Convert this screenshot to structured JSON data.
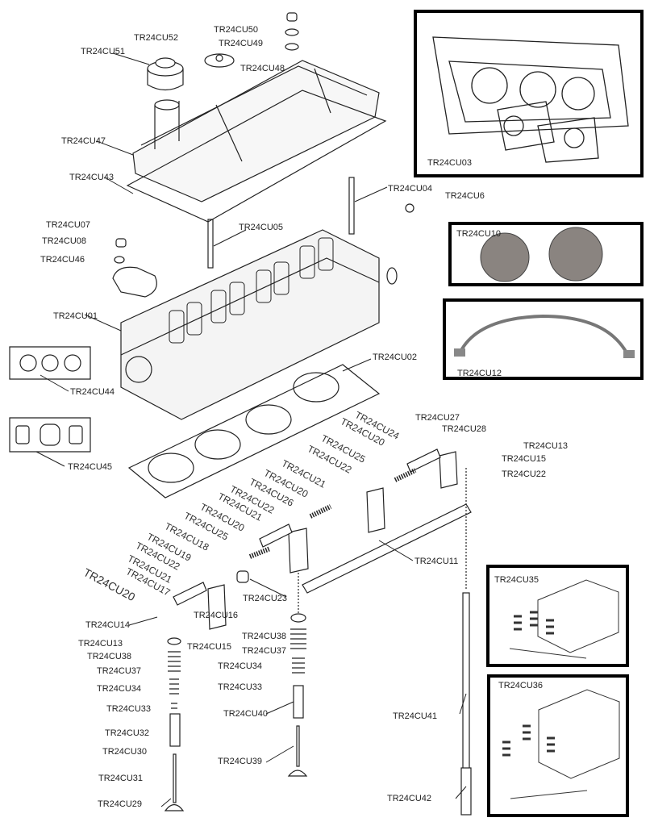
{
  "diagram": {
    "labels": [
      "TR24CU50",
      "TR24CU52",
      "TR24CU49",
      "TR24CU51",
      "TR24CU48",
      "TR24CU47",
      "TR24CU43",
      "TR24CU04",
      "TR24CU6",
      "TR24CU05",
      "TR24CU07",
      "TR24CU08",
      "TR24CU46",
      "TR24CU01",
      "TR24CU02",
      "TR24CU44",
      "TR24CU45",
      "TR24CU27",
      "TR24CU28",
      "TR24CU13",
      "TR24CU15",
      "TR24CU22",
      "TR24CU11",
      "TR24CU23",
      "TR24CU14",
      "TR24CU16",
      "TR24CU13",
      "TR24CU15",
      "TR24CU38",
      "TR24CU38",
      "TR24CU37",
      "TR24CU37",
      "TR24CU34",
      "TR24CU34",
      "TR24CU33",
      "TR24CU33",
      "TR24CU40",
      "TR24CU41",
      "TR24CU32",
      "TR24CU30",
      "TR24CU39",
      "TR24CU31",
      "TR24CU42",
      "TR24CU29"
    ],
    "diagonal_labels": [
      "TR24CU24",
      "TR24CU20",
      "TR24CU25",
      "TR24CU22",
      "TR24CU21",
      "TR24CU20",
      "TR24CU26",
      "TR24CU22",
      "TR24CU21",
      "TR24CU20",
      "TR24CU25",
      "TR24CU18",
      "TR24CU19",
      "TR24CU22",
      "TR24CU21",
      "TR24CU17",
      "TR24CU20"
    ],
    "inset_boxes": [
      {
        "label": "TR24CU03",
        "content": "gasket-set"
      },
      {
        "label": "TR24CU10",
        "content": "core-plugs"
      },
      {
        "label": "TR24CU12",
        "content": "oil-feed-pipe"
      },
      {
        "label": "TR24CU35",
        "content": "valve-springs-kit"
      },
      {
        "label": "TR24CU36",
        "content": "valve-springs-kit"
      }
    ],
    "colors": {
      "line": "#222222",
      "border": "#000000",
      "background": "#ffffff"
    }
  }
}
